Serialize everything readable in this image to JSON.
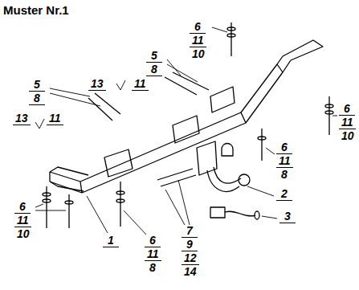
{
  "diagram": {
    "title": "Muster Nr.1",
    "labels": [
      "6",
      "11",
      "10",
      "5",
      "8",
      "13",
      "11",
      "5",
      "8",
      "13",
      "11",
      "6",
      "11",
      "10",
      "6",
      "11",
      "8",
      "2",
      "3",
      "1",
      "6",
      "11",
      "10",
      "6",
      "11",
      "8",
      "7",
      "9",
      "12",
      "14"
    ]
  }
}
